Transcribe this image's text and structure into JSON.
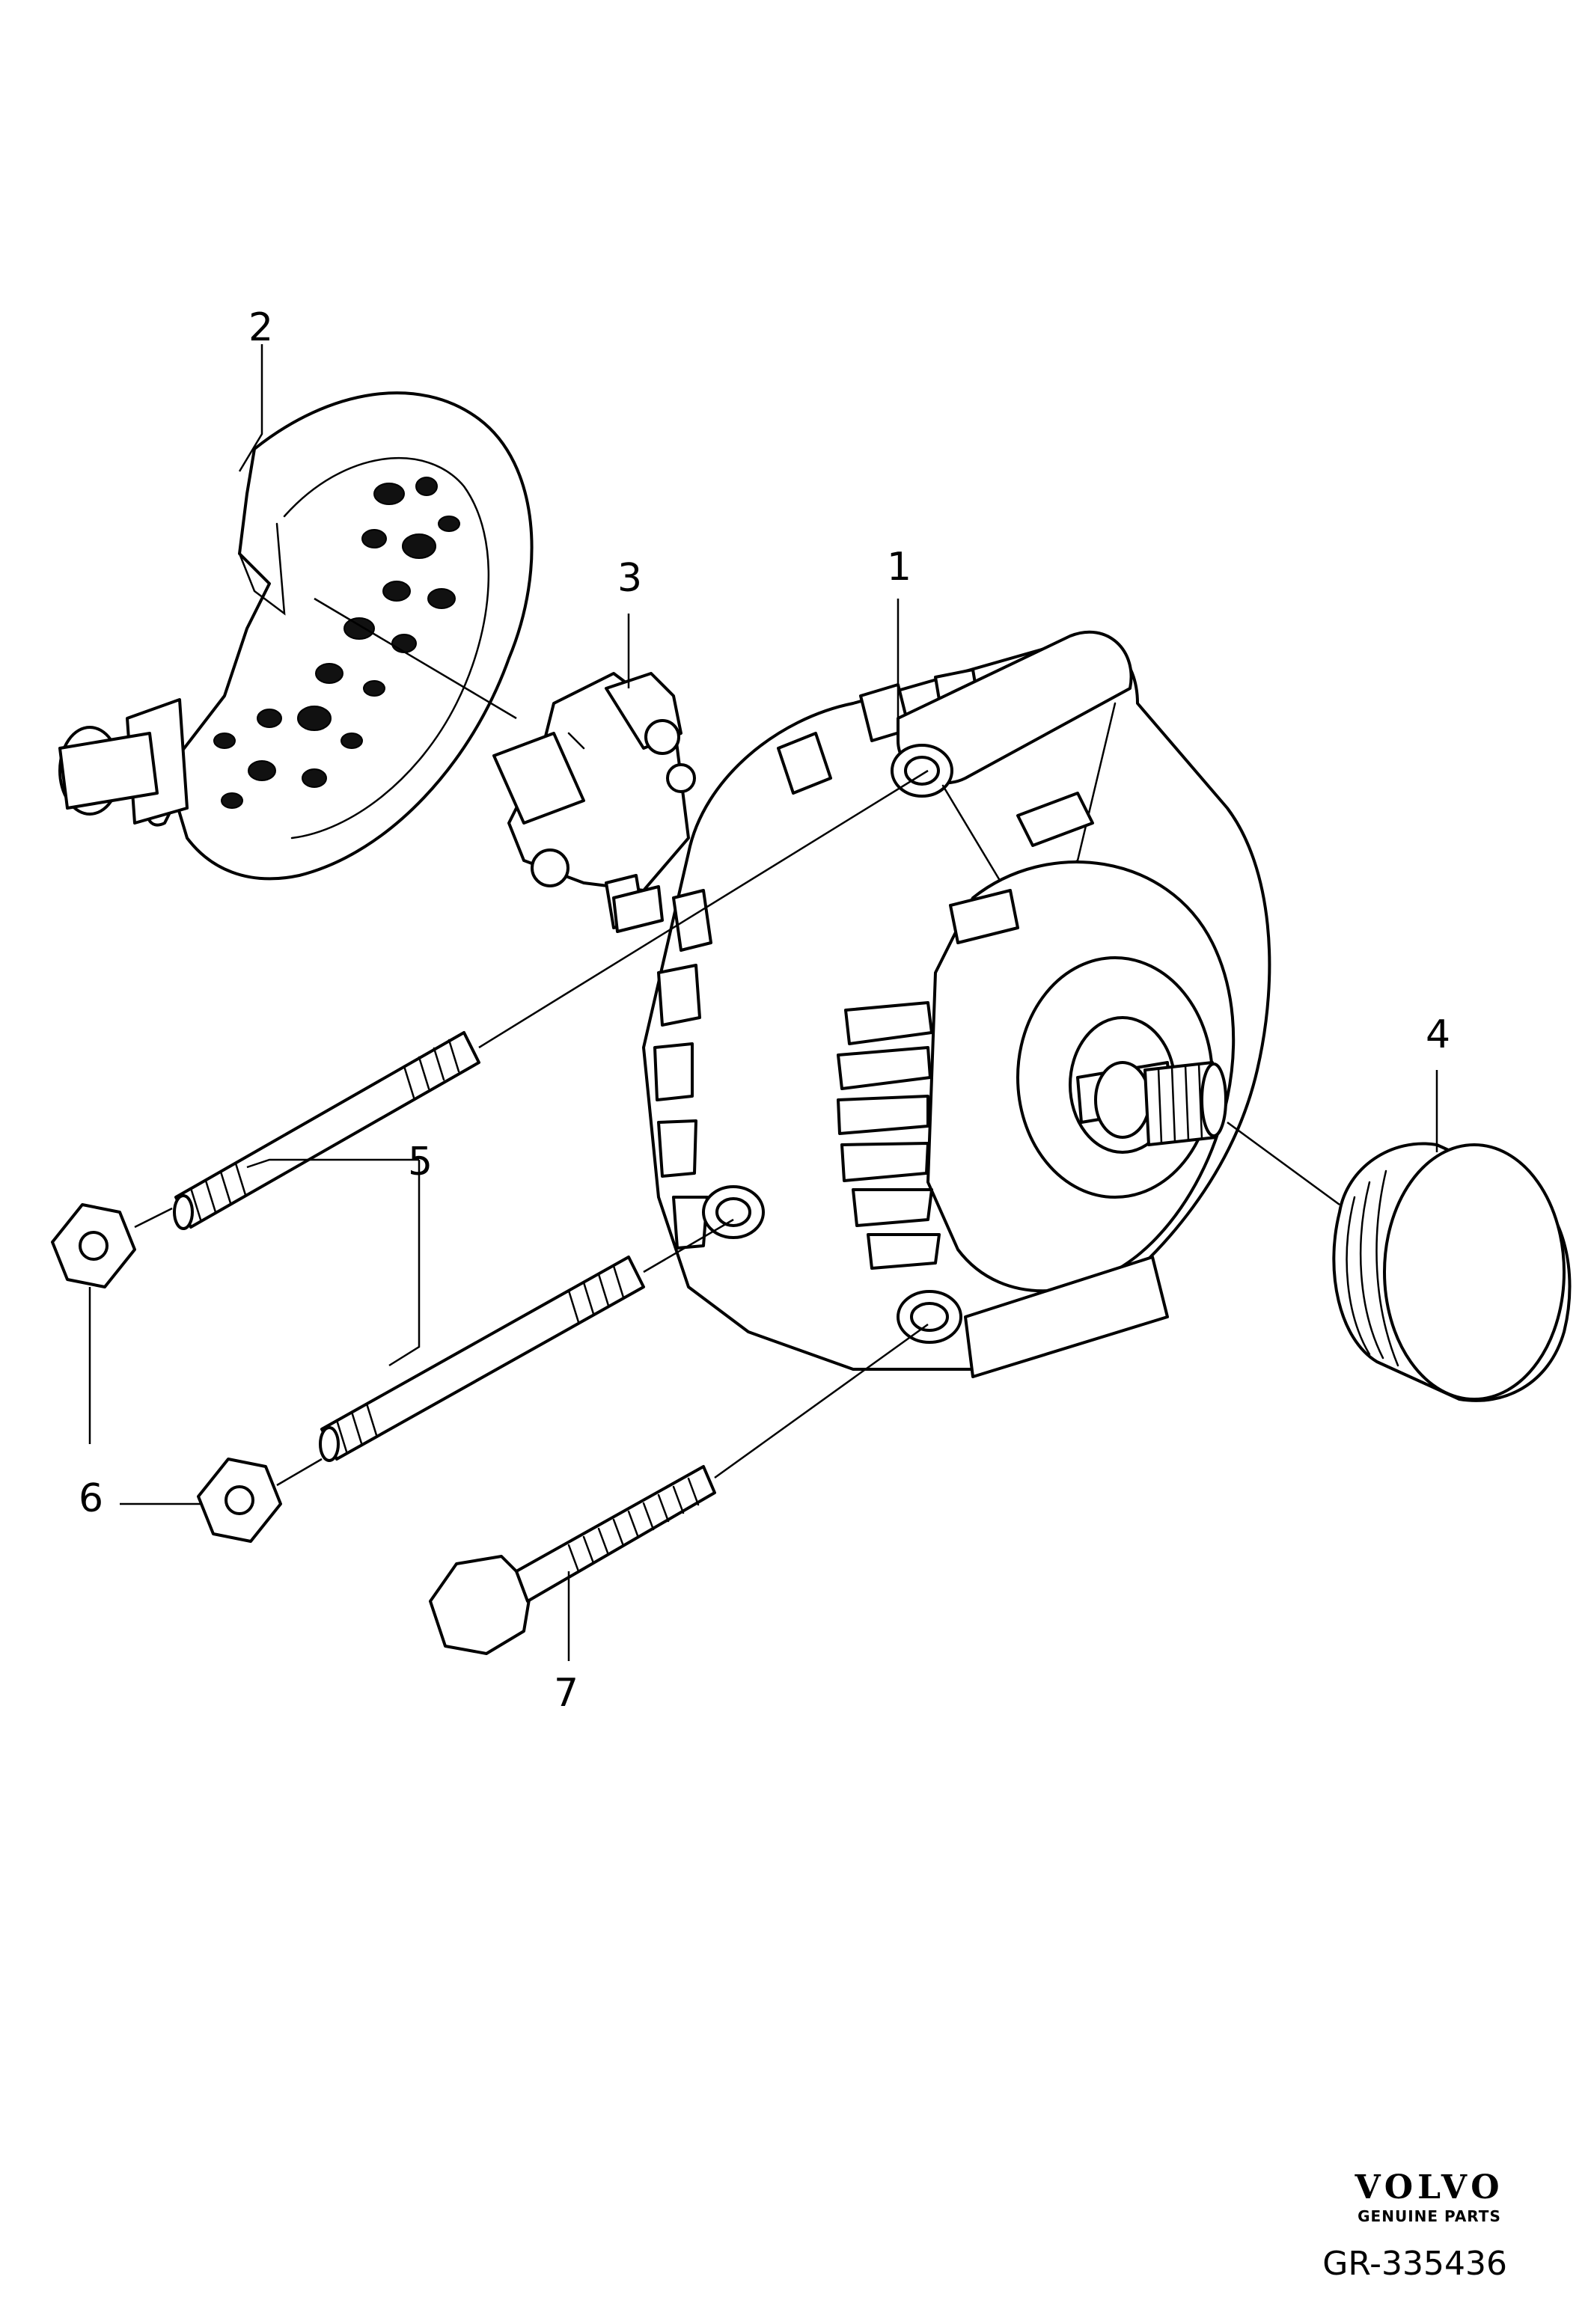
{
  "callouts": [
    {
      "id": "alternator",
      "number": "1"
    },
    {
      "id": "cover",
      "number": "2"
    },
    {
      "id": "regulator",
      "number": "3"
    },
    {
      "id": "pulley",
      "number": "4"
    },
    {
      "id": "stud",
      "number": "5"
    },
    {
      "id": "nut",
      "number": "6"
    },
    {
      "id": "bolt",
      "number": "7"
    }
  ],
  "brand": {
    "logo": "VOLVO",
    "subtitle": "GENUINE PARTS"
  },
  "reference": "GR-335436"
}
